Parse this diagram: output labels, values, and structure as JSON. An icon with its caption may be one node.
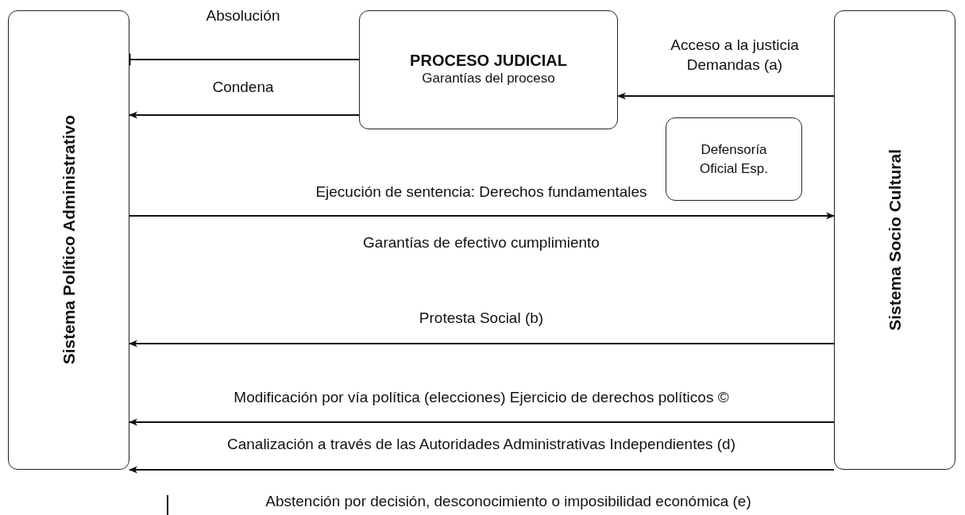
{
  "diagram": {
    "nodes": [
      {
        "text": [
          "Sistema Político Administrativo"
        ]
      },
      {
        "text": [
          "PROCESO JUDICIAL",
          "Garantías del proceso"
        ]
      },
      {
        "text": [
          "Defensoría Oficial Esp."
        ]
      },
      {
        "text": [
          "Sistema Socio Cultural"
        ]
      }
    ],
    "edges": [
      {
        "from": 1,
        "to": 0,
        "arrow": "other",
        "label": "Absolución"
      },
      {
        "from": 1,
        "to": 0,
        "arrow": "to",
        "label": "Condena"
      },
      {
        "from": 3,
        "to": 1,
        "arrow": "to",
        "label": "Acceso a la justicia Demandas (a)"
      },
      {
        "from": 0,
        "to": 3,
        "arrow": "to",
        "label": "Ejecución de sentencia: Derechos fundamentales"
      },
      {
        "from": 3,
        "to": 0,
        "arrow": "to",
        "label": "Protesta Social (b)"
      },
      {
        "from": 3,
        "to": 0,
        "arrow": "to",
        "label": "Modificación por vía política (elecciones) Ejercicio de derechos políticos ©"
      },
      {
        "from": 3,
        "to": 0,
        "arrow": "to",
        "label": "Canalización a través de las Autoridades Administrativas Independientes (d)"
      }
    ],
    "labels": [
      "Garantías de efectivo cumplimiento",
      "Abstención por decisión, desconocimiento o imposibilidad económica (e)"
    ]
  }
}
